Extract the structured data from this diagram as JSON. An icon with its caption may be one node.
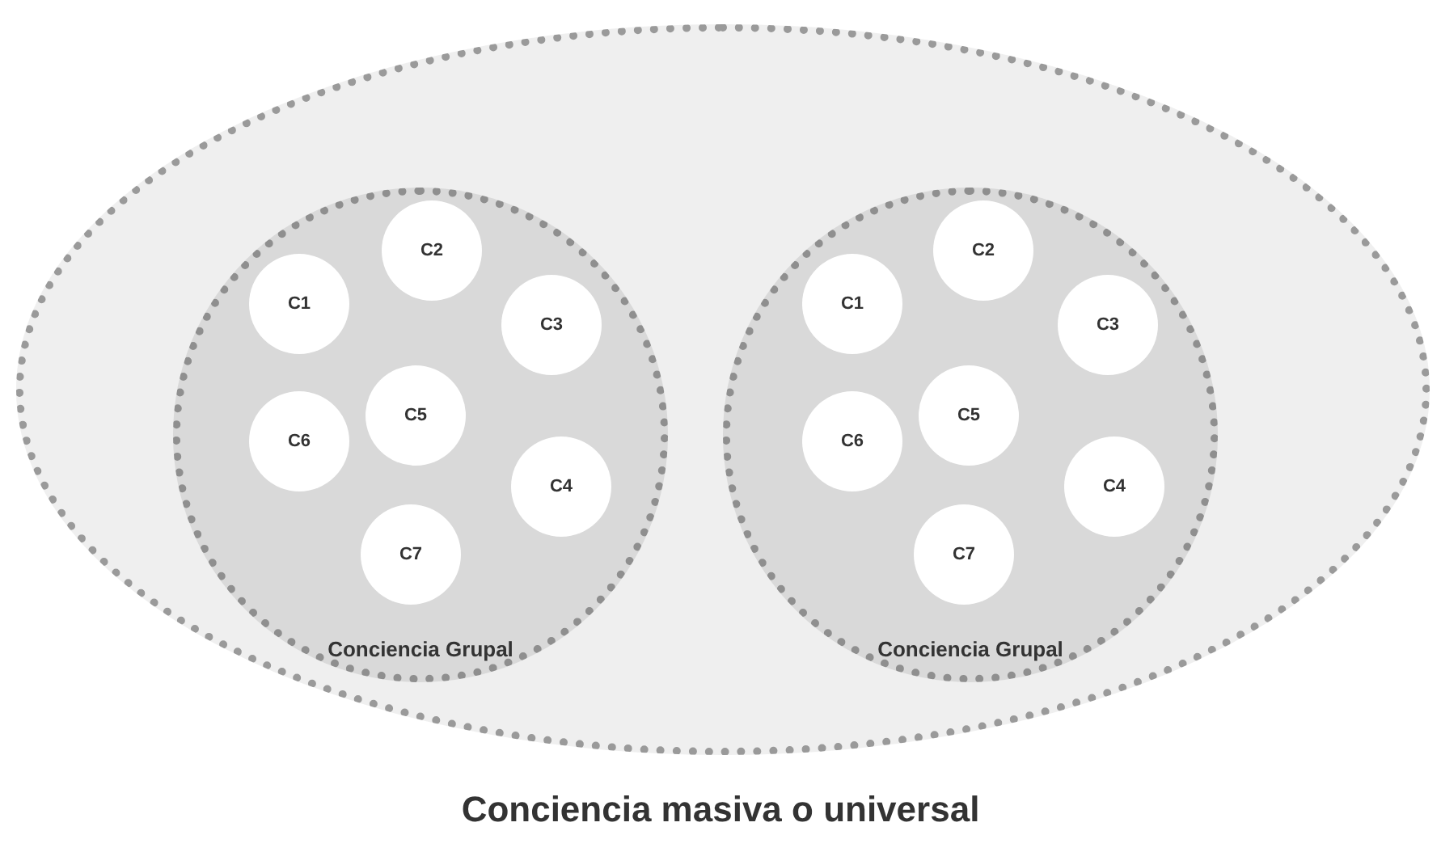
{
  "diagram": {
    "nodes": [
      {
        "text": [
          "Conciencia masiva o universal"
        ]
      },
      {
        "text": [
          "Conciencia Grupal"
        ],
        "in": 0
      },
      {
        "text": [
          "C1"
        ],
        "in": 1
      },
      {
        "text": [
          "C2"
        ],
        "in": 1
      },
      {
        "text": [
          "C3"
        ],
        "in": 1
      },
      {
        "text": [
          "C4"
        ],
        "in": 1
      },
      {
        "text": [
          "C5"
        ],
        "in": 1
      },
      {
        "text": [
          "C6"
        ],
        "in": 1
      },
      {
        "text": [
          "C7"
        ],
        "in": 1
      },
      {
        "text": [
          "Conciencia Grupal"
        ],
        "in": 0
      },
      {
        "text": [
          "C1"
        ],
        "in": 9
      },
      {
        "text": [
          "C2"
        ],
        "in": 9
      },
      {
        "text": [
          "C3"
        ],
        "in": 9
      },
      {
        "text": [
          "C4"
        ],
        "in": 9
      },
      {
        "text": [
          "C5"
        ],
        "in": 9
      },
      {
        "text": [
          "C6"
        ],
        "in": 9
      },
      {
        "text": [
          "C7"
        ],
        "in": 9
      }
    ]
  }
}
